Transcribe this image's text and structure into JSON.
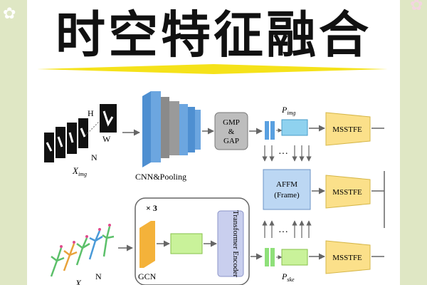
{
  "title": "时空特征融合",
  "colors": {
    "background": "#dfe7c4",
    "highlight_bar": "#f5e21a",
    "cnn_block": "#6ca6e0",
    "pool_block": "#9a9a9a",
    "gcn_block": "#f4b23a",
    "transformer_block": "#c9cfee",
    "msstfe_block": "#fbe08a",
    "affm_block": "#bcd7f3",
    "feature_green": "#c9f29a"
  },
  "icons": [
    "flower-icon"
  ],
  "diagram": {
    "top_branch": {
      "input_label": "X",
      "input_sub": "img",
      "dim_h": "H",
      "dim_w": "W",
      "dim_n": "N",
      "cnn_label": "CNN&Pooling",
      "gmp_gap": [
        "GMP",
        "&",
        "GAP"
      ],
      "p_label": "P",
      "p_sub": "img",
      "msstfe": "MSSTFE"
    },
    "middle": {
      "affm": [
        "AFFM",
        "(Frame)"
      ],
      "msstfe": "MSSTFE",
      "dots": "···"
    },
    "bottom_branch": {
      "repeat": "× 3",
      "gcn": "GCN",
      "transformer": "Transformer Encoder",
      "input_label": "X",
      "dim_n": "N",
      "p_label": "P",
      "p_sub": "ske",
      "msstfe": "MSSTFE",
      "dots": "···"
    }
  }
}
